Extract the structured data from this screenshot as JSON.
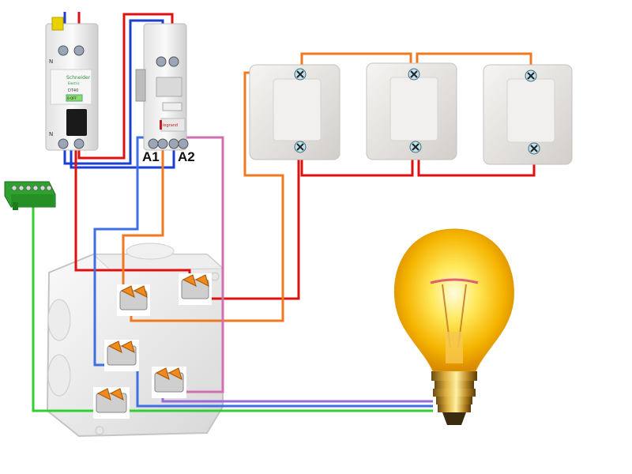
{
  "breaker": {
    "top_left_terminal": "N",
    "bottom_left_terminal": "N",
    "brand": "Schneider",
    "brand_sub": "Electric",
    "model": "DT40",
    "test_label": "0-OFF"
  },
  "relay": {
    "brand": "legrand",
    "terminal_a1": "A1",
    "terminal_a2": "A2"
  },
  "colors": {
    "neutral_wire": "#1a3fd1",
    "phase_wire": "#e01010",
    "switched_wire": "#f07820",
    "control_wire_blue": "#3f6fe0",
    "lamp_return_wire": "#d070b0",
    "earth_wire": "#30d030",
    "lamp_feed_violet": "#9a6ad8",
    "earth_bar": "#2fa02f"
  },
  "icons": {
    "lamp": "light-bulb-icon",
    "switch": "push-button-icon",
    "connector": "lever-connector-icon",
    "earth_bar": "earth-terminal-bar-icon"
  }
}
